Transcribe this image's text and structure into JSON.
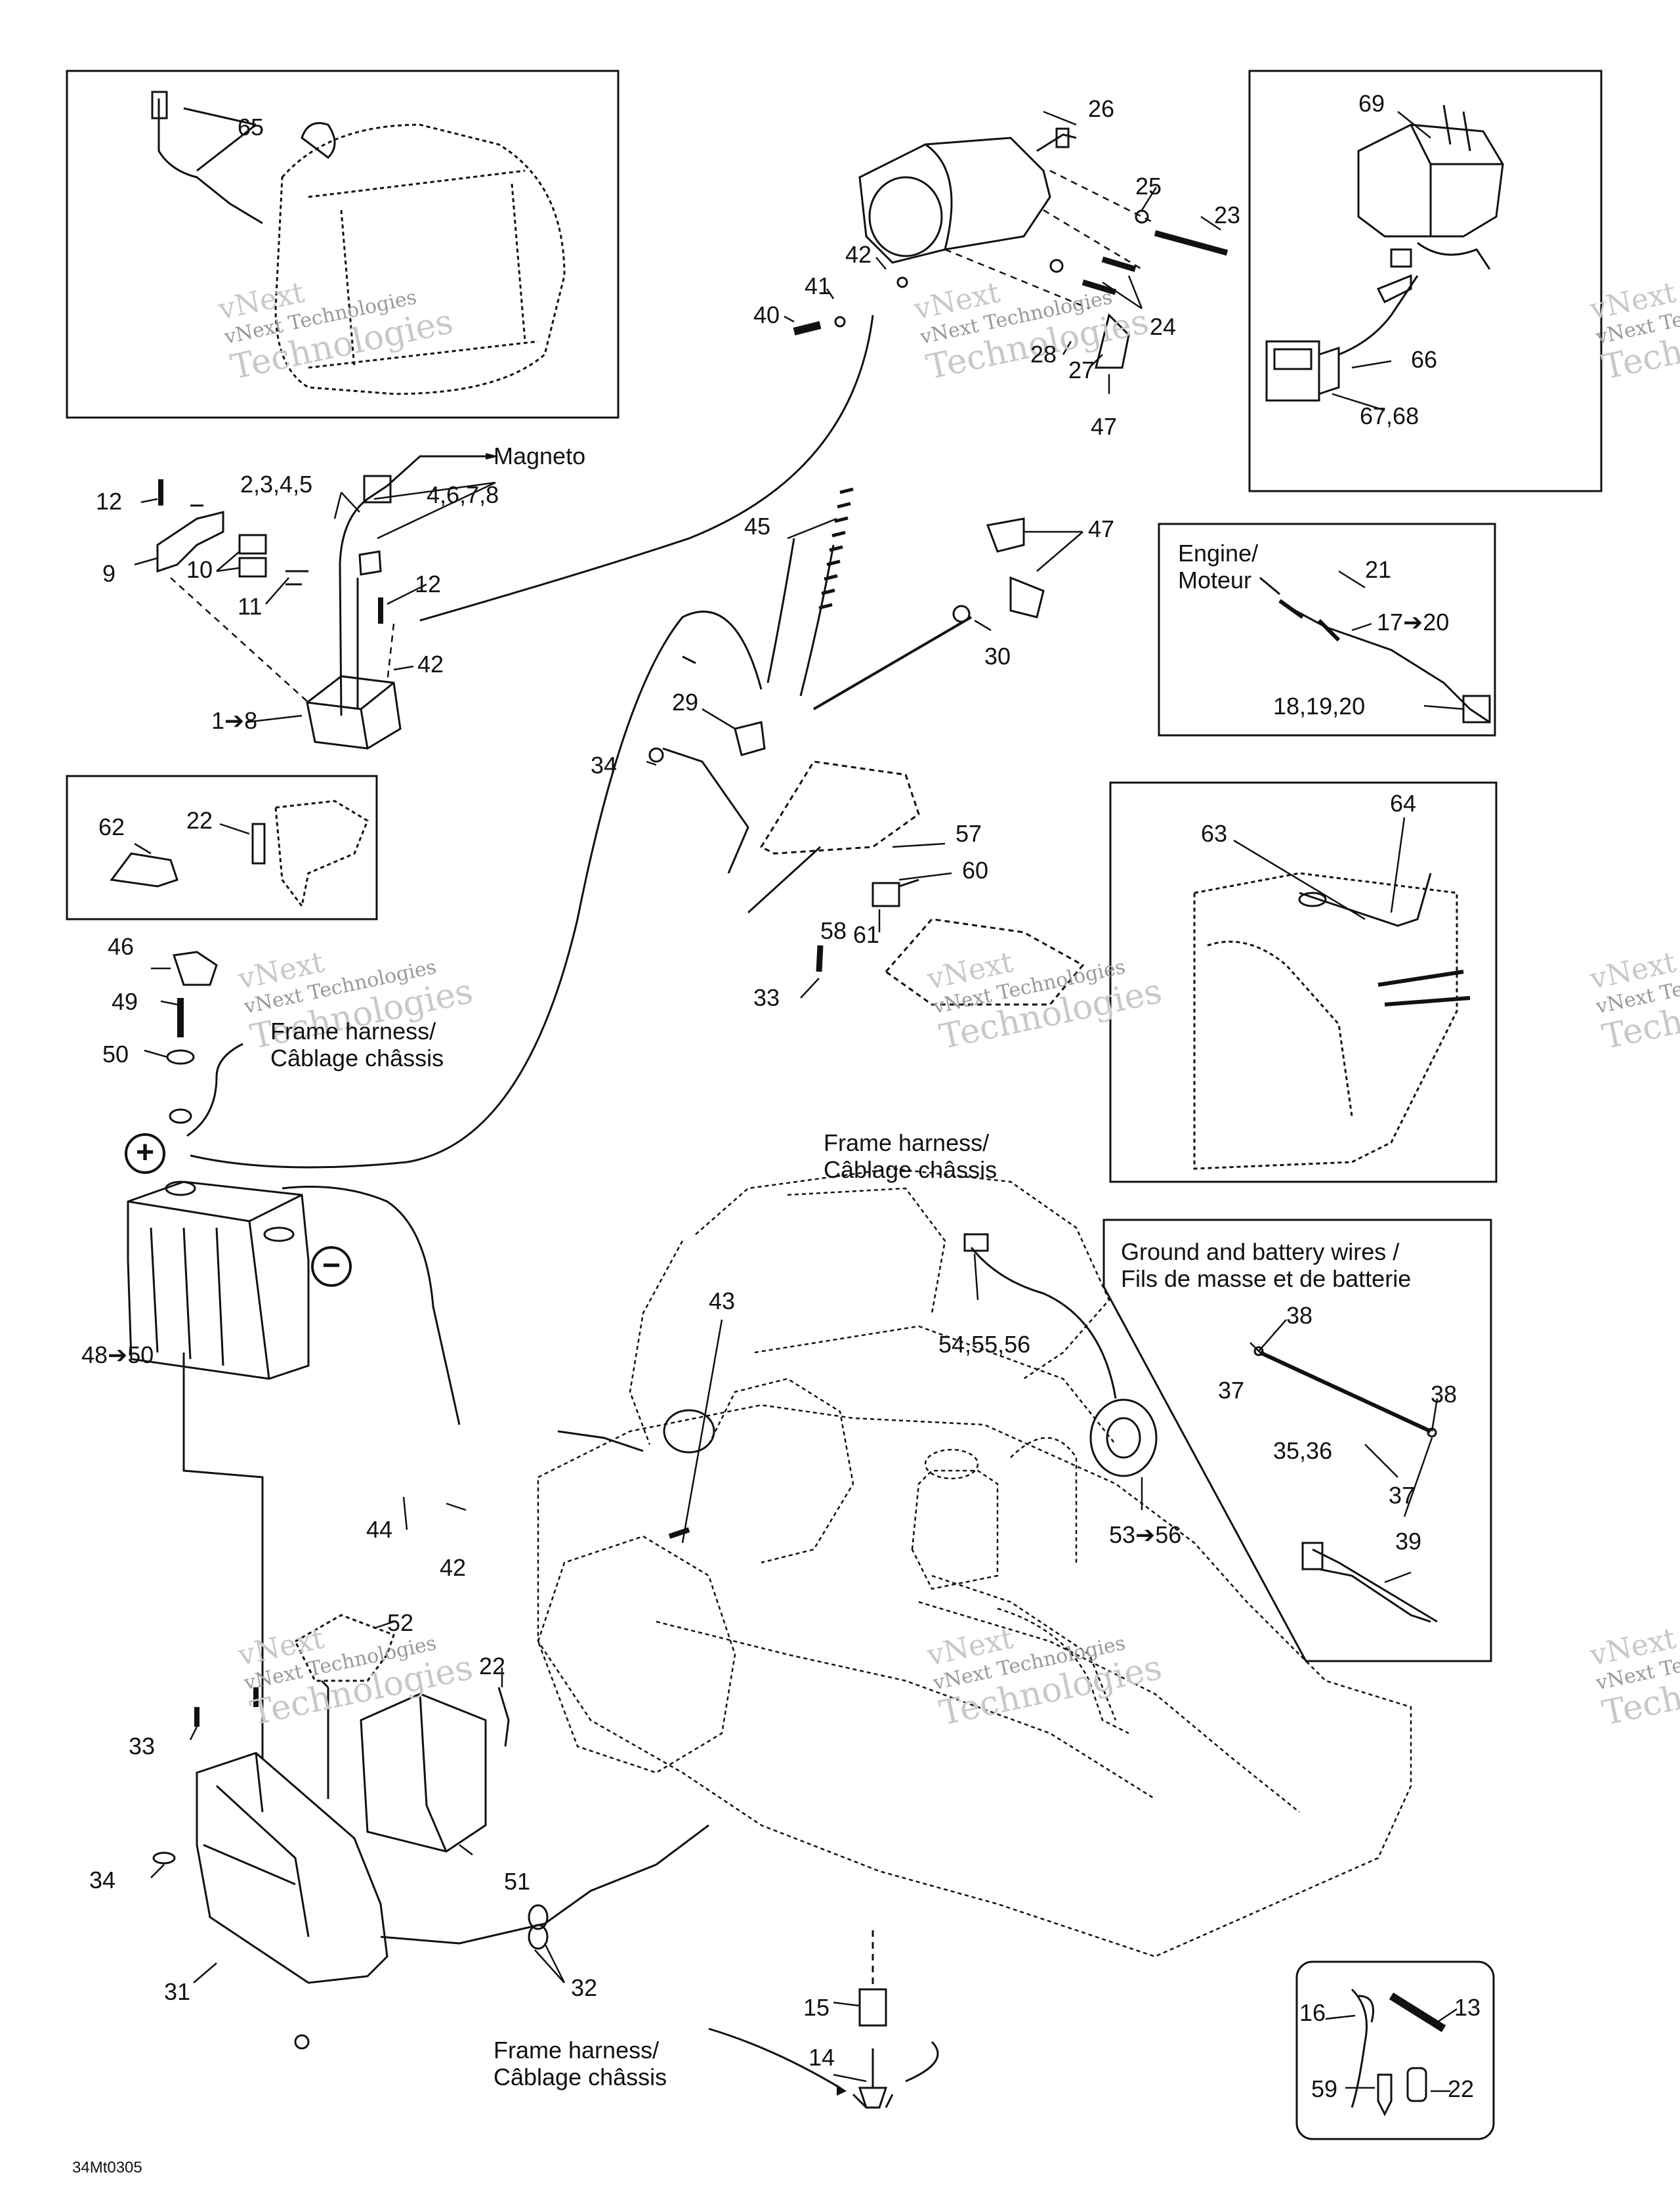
{
  "drawing_code": "34Mt0305",
  "watermark": {
    "line1": "vNext",
    "line2": "vNext Technologies",
    "line3": "Technologies"
  },
  "symbols": {
    "positive": "+",
    "negative": "−"
  },
  "captions": {
    "magneto": "Magneto",
    "engine_line1": "Engine/",
    "engine_line2": "Moteur",
    "frame_harness_1_line1": "Frame harness/",
    "frame_harness_1_line2": "Câblage châssis",
    "frame_harness_2_line1": "Frame harness/",
    "frame_harness_2_line2": "Câblage châssis",
    "frame_harness_3_line1": "Frame harness/",
    "frame_harness_3_line2": "Câblage châssis",
    "ground_line1": "Ground and battery wires /",
    "ground_line2": "Fils de masse et de batterie"
  },
  "callouts": {
    "c65": "65",
    "c26": "26",
    "c25": "25",
    "c23": "23",
    "c42a": "42",
    "c41": "41",
    "c40": "40",
    "c24": "24",
    "c28": "28",
    "c27": "27",
    "c47a": "47",
    "c69": "69",
    "c66": "66",
    "c6768": "67,68",
    "c12a": "12",
    "c2345": "2,3,4,5",
    "c4678": "4,6,7,8",
    "c9": "9",
    "c10": "10",
    "c11": "11",
    "c12b": "12",
    "c42b": "42",
    "c18": "1➔8",
    "c45": "45",
    "c47b": "47",
    "c30": "30",
    "c21": "21",
    "c1720": "17➔20",
    "c181920": "18,19,20",
    "c29": "29",
    "c34a": "34",
    "c57": "57",
    "c60": "60",
    "c58": "58",
    "c61": "61",
    "c33a": "33",
    "c62": "62",
    "c22a": "22",
    "c63": "63",
    "c64": "64",
    "c46": "46",
    "c49": "49",
    "c50": "50",
    "c4850": "48➔50",
    "c43": "43",
    "c545556": "54,55,56",
    "c38a": "38",
    "c37a": "37",
    "c38b": "38",
    "c3536": "35,36",
    "c37b": "37",
    "c5356": "53➔56",
    "c39": "39",
    "c44": "44",
    "c42c": "42",
    "c52": "52",
    "c22b": "22",
    "c33b": "33",
    "c34b": "34",
    "c51": "51",
    "c31": "31",
    "c32": "32",
    "c15": "15",
    "c14": "14",
    "c16": "16",
    "c13": "13",
    "c59": "59",
    "c22c": "22"
  }
}
